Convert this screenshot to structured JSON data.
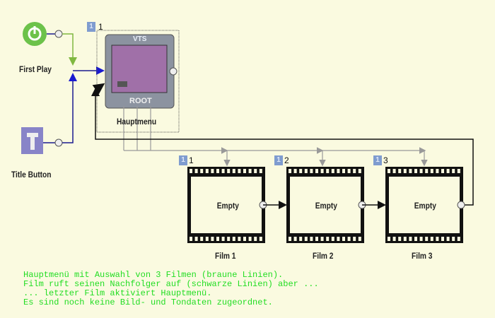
{
  "nodes": {
    "first_play": {
      "label": "First Play",
      "icon": "power-icon",
      "color": "#6cc24a"
    },
    "title_button": {
      "label": "Title Button",
      "icon": "title-t-icon",
      "color": "#8884c8"
    },
    "main_menu": {
      "label": "Hauptmenu",
      "badge": "1",
      "index": "1",
      "top_label": "VTS",
      "bottom_label": "ROOT",
      "screen_color": "#a070a8"
    },
    "films": [
      {
        "label": "Film 1",
        "badge": "1",
        "index": "1",
        "content": "Empty"
      },
      {
        "label": "Film 2",
        "badge": "1",
        "index": "2",
        "content": "Empty"
      },
      {
        "label": "Film 3",
        "badge": "1",
        "index": "3",
        "content": "Empty"
      }
    ]
  },
  "colors": {
    "first_play_link": "#80b840",
    "title_link": "#1a1a90",
    "menu_links": "#999999",
    "film_links": "#111111",
    "note_text": "#22dd22"
  },
  "notes": [
    "Hauptmenü mit Auswahl von 3 Filmen (braune Linien).",
    "Film ruft seinen Nachfolger auf (schwarze Linien) aber ...",
    "... letzter Film aktiviert Hauptmenü.",
    "Es sind noch keine Bild- und Tondaten zugeordnet."
  ]
}
